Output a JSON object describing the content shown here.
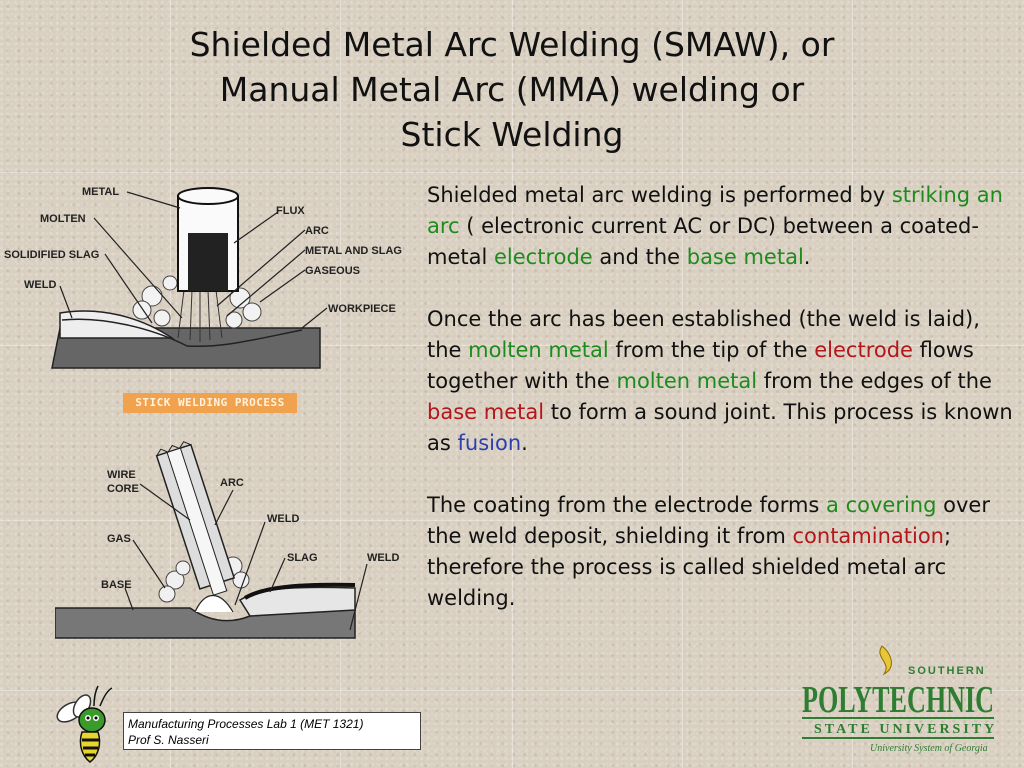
{
  "title": {
    "line1": "Shielded Metal Arc Welding (SMAW), or",
    "line2": "Manual Metal Arc (MMA) welding or",
    "line3": "Stick Welding"
  },
  "paragraphs": {
    "p1": {
      "a": "Shielded  metal  arc  welding is  performed by ",
      "b": "striking an arc",
      "c": " ( electronic current AC or DC) between a coated-metal ",
      "d": "electrode",
      "e": " and the ",
      "f": "base metal",
      "g": "."
    },
    "p2": {
      "a": "Once the arc has been established (the weld is laid), the ",
      "b": "molten metal",
      "c": " from the tip of the ",
      "d": "electrode",
      "e": " flows together with the ",
      "f": "molten metal",
      "g": " from the edges of the ",
      "h": "base metal",
      "i": " to form a sound joint. This process is known as ",
      "j": "fusion",
      "k": "."
    },
    "p3": {
      "a": "The coating from the electrode forms ",
      "b": "a covering",
      "c": " over the  weld  deposit,  shielding  it  from ",
      "d": "contamination",
      "e": "; therefore the process is called shielded  metal  arc welding."
    }
  },
  "diagram_top": {
    "labels": {
      "metal": "METAL",
      "molten": "MOLTEN",
      "solidified_slag": "SOLIDIFIED SLAG",
      "weld": "WELD",
      "flux": "FLUX",
      "arc": "ARC",
      "metal_and_slag": "METAL AND SLAG",
      "gaseous": "GASEOUS",
      "workpiece": "WORKPIECE"
    },
    "caption": "STICK WELDING PROCESS"
  },
  "diagram_bottom": {
    "labels": {
      "wire": "WIRE",
      "core": "CORE",
      "arc": "ARC",
      "weld": "WELD",
      "gas": "GAS",
      "slag": "SLAG",
      "weld_right": "WELD",
      "base": "BASE"
    }
  },
  "footer": {
    "line1": "Manufacturing Processes Lab 1 (MET 1321)",
    "line2": "Prof S. Nasseri"
  },
  "logo": {
    "southern": "SOUTHERN",
    "polytechnic": "POLYTECHNIC",
    "state_university": "STATE UNIVERSITY",
    "system": "University System of Georgia"
  },
  "colors": {
    "green_highlight": "#1e8b1e",
    "red_highlight": "#b3161b",
    "blue_highlight": "#2b3fb0",
    "logo_green": "#2e7d32",
    "caption_orange": "#f1a24e"
  }
}
